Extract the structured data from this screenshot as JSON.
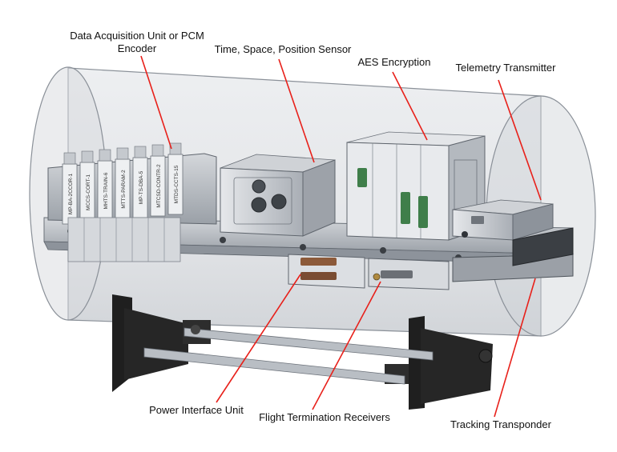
{
  "labels": {
    "daq_line1": "Data Acquisition Unit or PCM",
    "daq_line2": "Encoder",
    "tsp_sensor": "Time, Space, Position Sensor",
    "aes": "AES Encryption",
    "telemetry_tx": "Telemetry Transmitter",
    "power_unit": "Power Interface Unit",
    "flight_term": "Flight Termination Receivers",
    "tracking": "Tracking Transponder"
  },
  "module_labels": [
    "MP-BA-2CCOR-1",
    "MCCS-CORT-1",
    "MHTS-TRAIN-6",
    "MTTS-PARAM-2",
    "MP-TS-DBA-5",
    "MTCSD-CONTR-2",
    "MTDS-CCTS-15"
  ],
  "colors": {
    "leader_line": "#e8201a",
    "text": "#111111",
    "tube_fill": "#c9cdd2",
    "tube_edge": "#8a9098",
    "hardware": "#b8bcc2",
    "bracket": "#1f1f1f"
  }
}
